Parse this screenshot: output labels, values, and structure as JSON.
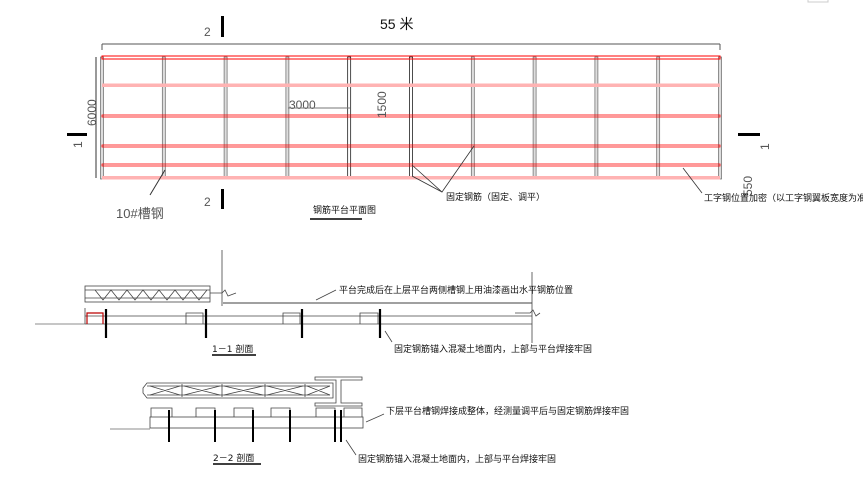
{
  "plan": {
    "overall_length": "55 米",
    "section_mark_2": "2",
    "section_mark_1": "1",
    "dim_bay": "3000",
    "dim_row": "1500",
    "dim_width": "6000",
    "dim_edge": "550",
    "label_channel": "10#槽钢",
    "title": "钢筋平台平面图",
    "note_fixed_bar": "固定钢筋（固定、调平）",
    "note_ibeam": "工字钢位置加密（以工字钢翼板宽度为准）"
  },
  "section_1": {
    "title": "1－1 剖面",
    "note_top": "平台完成后在上层平台两侧槽钢上用油漆画出水平钢筋位置",
    "note_bottom": "固定钢筋锚入混凝土地面内，上部与平台焊接牢固"
  },
  "section_2": {
    "title": "2－2 剖面",
    "note_top": "下层平台槽钢焊接成整体，经测量调平后与固定钢筋焊接牢固",
    "note_bottom": "固定钢筋锚入混凝土地面内，上部与平台焊接牢固"
  },
  "colors": {
    "red": "#ff0000",
    "pink": "#ffb3b3",
    "line": "#333333"
  }
}
